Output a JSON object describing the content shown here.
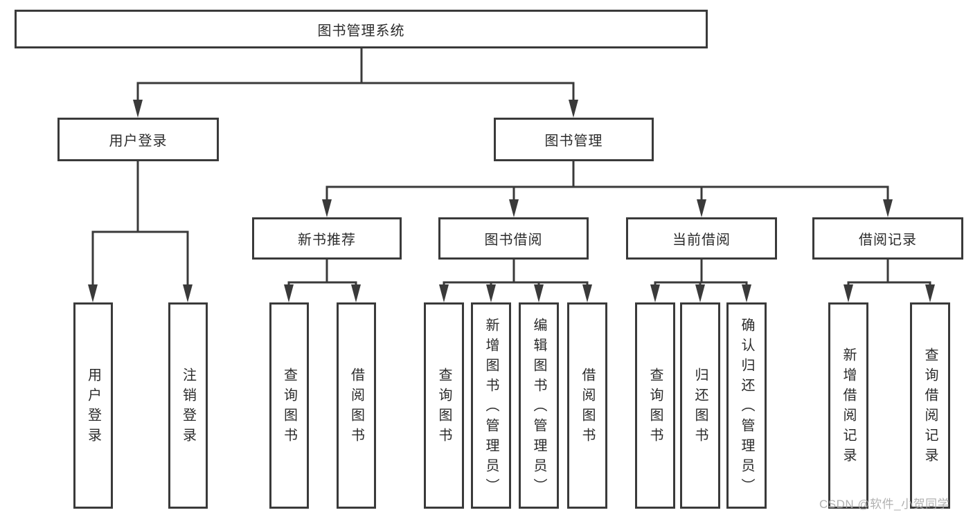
{
  "diagram": {
    "title_node": "图书管理系统",
    "nodes": {
      "user_login_branch": "用户登录",
      "book_management_branch": "图书管理",
      "new_book_rec": "新书推荐",
      "book_borrowing": "图书借阅",
      "current_borrowing": "当前借阅",
      "borrowing_records": "借阅记录",
      "user_login_leaf": "用户登录",
      "logout_leaf": "注销登录",
      "query_books_a": "查询图书",
      "borrow_books_a": "借阅图书",
      "query_books_b": "查询图书",
      "add_books_admin": "新增图书（管理员）",
      "edit_books_admin": "编辑图书（管理员）",
      "borrow_books_b": "借阅图书",
      "query_books_c": "查询图书",
      "return_books": "归还图书",
      "confirm_return_admin": "确认归还（管理员）",
      "add_borrow_record": "新增借阅记录",
      "query_borrow_record": "查询借阅记录"
    },
    "colors": {
      "border": "#3a3a3a",
      "text": "#2b2b2b",
      "watermark": "#a8a8a8"
    }
  },
  "watermark": "CSDN @软件_小贺同学"
}
